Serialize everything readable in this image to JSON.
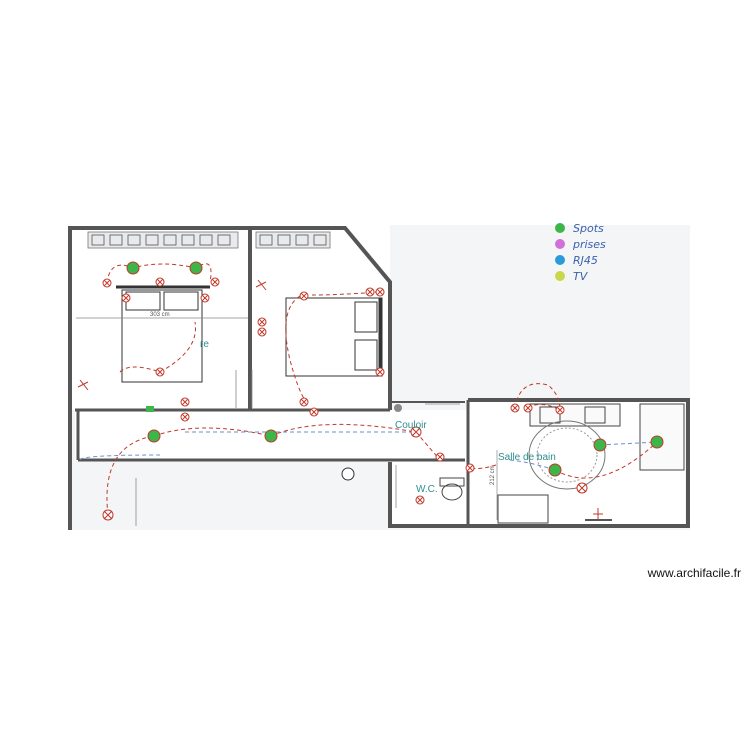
{
  "rooms": {
    "bedroom_partial_label": "re",
    "corridor": "Couloir",
    "bathroom": "Salle de bain",
    "wc": "W.C."
  },
  "dimensions": {
    "bedroom_width": "303 cm",
    "bathroom_height": "212 cm"
  },
  "legend": {
    "items": [
      {
        "label": "Spots",
        "color": "#3cb54a"
      },
      {
        "label": "prises",
        "color": "#d070d8"
      },
      {
        "label": "RJ45",
        "color": "#2a9ad8"
      },
      {
        "label": "TV",
        "color": "#c8d84a"
      }
    ]
  },
  "watermark": "www.archifacile.fr",
  "colors": {
    "wall": "#555555",
    "wire": "#c0392b",
    "symbol": "#c0392b",
    "spot": "#3cb54a",
    "network": "#6b8fd0"
  }
}
